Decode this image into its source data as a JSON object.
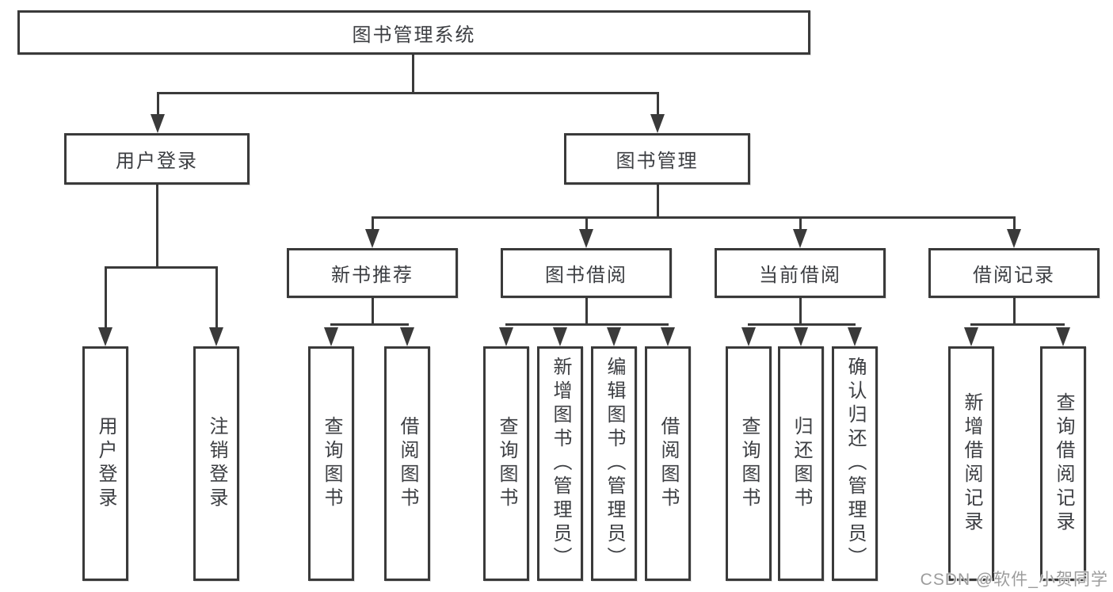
{
  "root": {
    "label": "图书管理系统"
  },
  "branches": [
    {
      "label": "用户登录",
      "children": [
        {
          "label": "用户登录"
        },
        {
          "label": "注销登录"
        }
      ]
    },
    {
      "label": "图书管理",
      "children": [
        {
          "label": "新书推荐",
          "children": [
            {
              "label": "查询图书"
            },
            {
              "label": "借阅图书"
            }
          ]
        },
        {
          "label": "图书借阅",
          "children": [
            {
              "label": "查询图书"
            },
            {
              "label": "新增图书（管理员）"
            },
            {
              "label": "编辑图书（管理员）"
            },
            {
              "label": "借阅图书"
            }
          ]
        },
        {
          "label": "当前借阅",
          "children": [
            {
              "label": "查询图书"
            },
            {
              "label": "归还图书"
            },
            {
              "label": "确认归还（管理员）"
            }
          ]
        },
        {
          "label": "借阅记录",
          "children": [
            {
              "label": "新增借阅记录"
            },
            {
              "label": "查询借阅记录"
            }
          ]
        }
      ]
    }
  ],
  "watermark": {
    "text": "CSDN @软件_小贺同学"
  },
  "colors": {
    "line": "#3a3a3a",
    "text": "#3c3e42",
    "watermark": "#949494",
    "background": "#ffffff"
  }
}
